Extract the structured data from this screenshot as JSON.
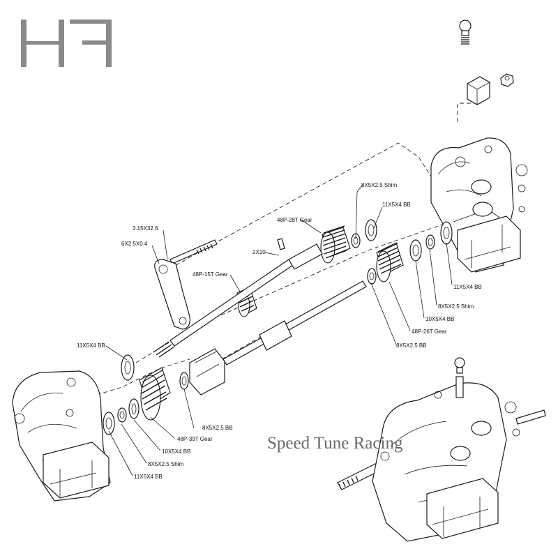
{
  "logo": {
    "text": "HR",
    "color": "#8a8a8a"
  },
  "watermark": {
    "text": "Speed Tune Racing",
    "color": "#6b6b6b"
  },
  "labels": {
    "shim_8x5x2_5_top": "8X5X2.5 Shim",
    "bb_11x5x4_top": "11X5X4 BB",
    "gear_48p_28t": "48P-28T Gear",
    "pin_3_15x32_6": "3.15X32.6",
    "shim_6x2_5x0_4": "6X2.5X0.4",
    "pin_2x10": "2X10",
    "gear_48p_15t": "48P-15T Gear",
    "bb_11x5x4_right": "11X5X4 BB",
    "shim_8x5x2_5_right": "8X5X2.5 Shim",
    "bb_10x5x4_right": "10X5X4 BB",
    "gear_48p_26t": "48P-26T Gear",
    "bb_8x5x2_5_right": "8X5X2.5 BB",
    "bb_11x5x4_left": "11X5X4 BB",
    "bb_8x5x2_5_left": "8X5X2.5 BB",
    "gear_48p_39t": "48P-39T Gear",
    "bb_10x5x4_left": "10X5X4 BB",
    "shim_8x5x2_5_left": "8X5X2.5 Shim",
    "bb_11x5x4_bottom": "11X5X4 BB"
  }
}
